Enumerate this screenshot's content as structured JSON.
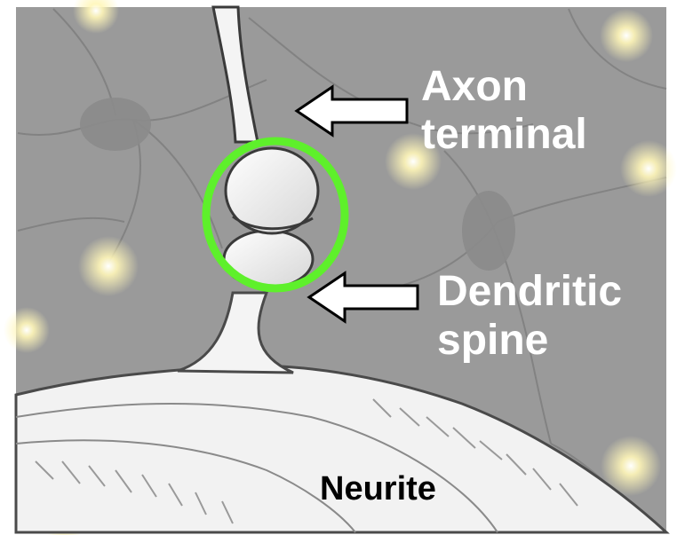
{
  "labels": {
    "axon_terminal_line1": "Axon",
    "axon_terminal_line2": "terminal",
    "dendritic_spine_line1": "Dendritic",
    "dendritic_spine_line2": "spine",
    "neurite": "Neurite"
  },
  "colors": {
    "background_gray": "#9a9a9a",
    "highlight_ring": "#5ef02b",
    "label_light": "#ffffff",
    "label_dark": "#000000",
    "glow": "#fff6b8"
  }
}
